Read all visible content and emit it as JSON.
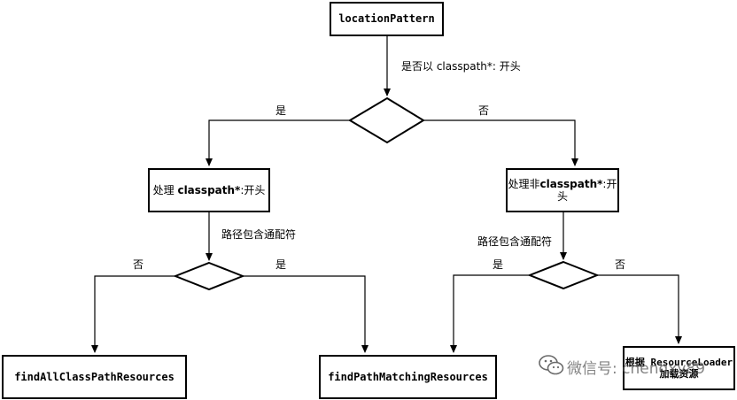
{
  "nodes": {
    "start": "locationPattern",
    "left_process_prefix": "处理 ",
    "left_process_bold": "classpath*",
    "left_process_suffix": ":开头",
    "right_process_prefix": "处理非",
    "right_process_bold": "classpath*",
    "right_process_suffix": ":开",
    "right_process_line2": "头",
    "find_all": "findAllClassPathResources",
    "find_matching": "findPathMatchingResources",
    "loader_line1": "根据 ResourceLoader",
    "loader_line2": "加载资源"
  },
  "edge_labels": {
    "top_question": "是否以 classpath*: 开头",
    "top_yes": "是",
    "top_no": "否",
    "left_question": "路径包含通配符",
    "left_no": "否",
    "left_yes": "是",
    "right_question": "路径包含通配符",
    "right_yes": "是",
    "right_no": "否"
  },
  "watermark": {
    "text": "微信号: chengxy89",
    "icon": "wechat-icon"
  },
  "colors": {
    "stroke": "#000000",
    "background": "#ffffff",
    "watermark": "#5a5a5a"
  }
}
